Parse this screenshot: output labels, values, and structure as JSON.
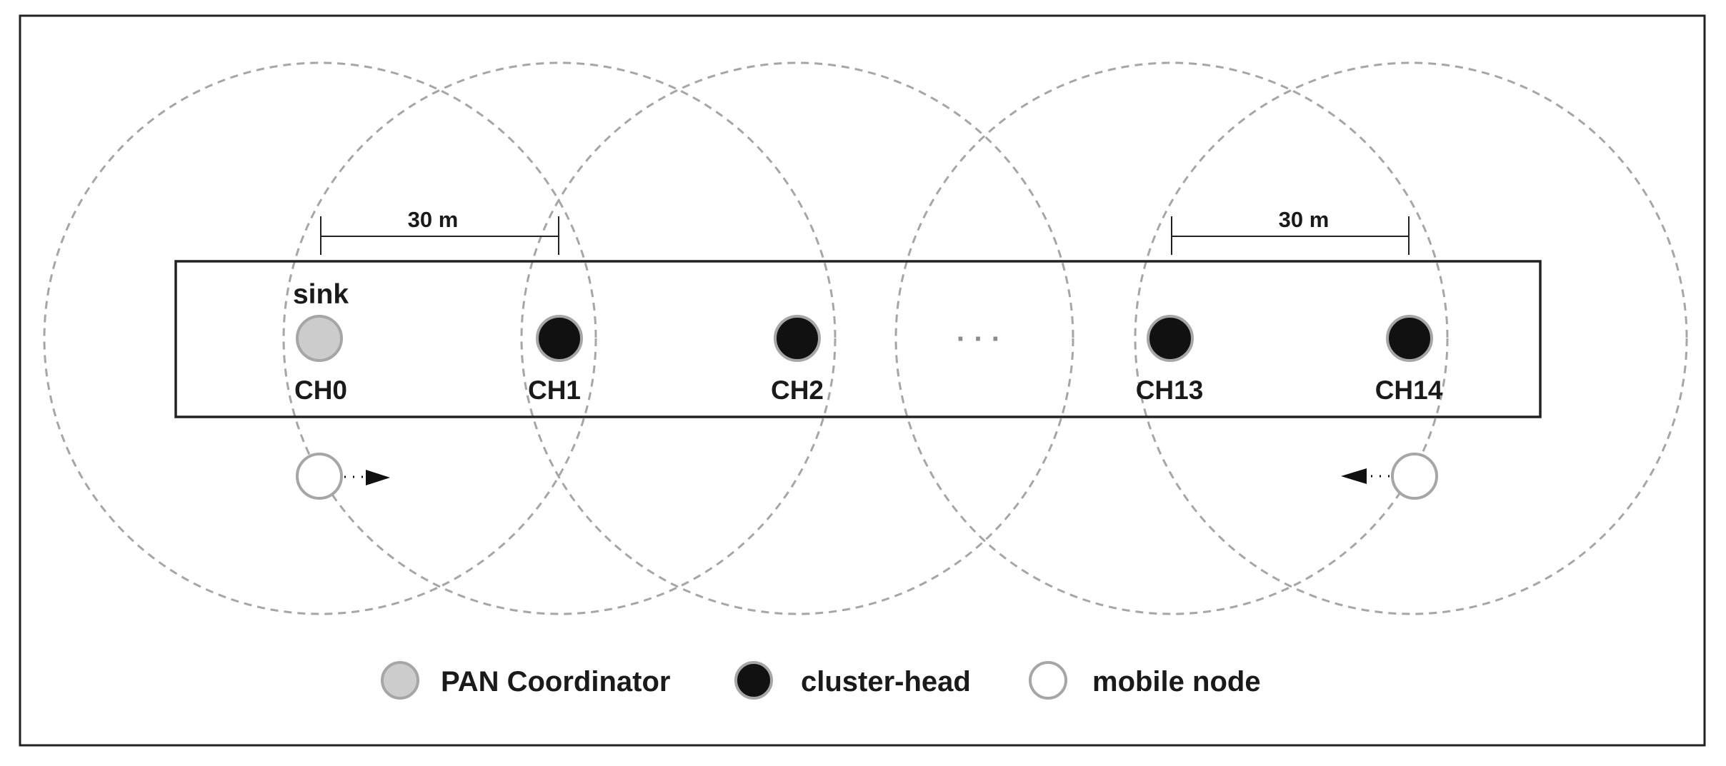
{
  "colors": {
    "pan_coordinator": "#cccccc",
    "cluster_head": "#111111",
    "mobile_node": "#ffffff",
    "node_outline": "#a6a6a6",
    "range_circle": "#a6a6a6",
    "frame": "#222222"
  },
  "diagram": {
    "sink_label": "sink",
    "nodes": [
      {
        "label": "CH0",
        "role": "pan_coordinator"
      },
      {
        "label": "CH1",
        "role": "cluster_head"
      },
      {
        "label": "CH2",
        "role": "cluster_head"
      },
      {
        "label": "CH13",
        "role": "cluster_head"
      },
      {
        "label": "CH14",
        "role": "cluster_head"
      }
    ],
    "ellipsis": "· · ·",
    "distances": [
      {
        "label": "30 m",
        "between": "CH0-CH1"
      },
      {
        "label": "30 m",
        "between": "CH13-CH14"
      }
    ],
    "mobile_nodes": [
      {
        "name": "mobile-node-left",
        "direction": "right"
      },
      {
        "name": "mobile-node-right",
        "direction": "left"
      }
    ]
  },
  "legend": [
    {
      "label": "PAN Coordinator",
      "role": "pan_coordinator"
    },
    {
      "label": "cluster-head",
      "role": "cluster_head"
    },
    {
      "label": "mobile node",
      "role": "mobile_node"
    }
  ]
}
